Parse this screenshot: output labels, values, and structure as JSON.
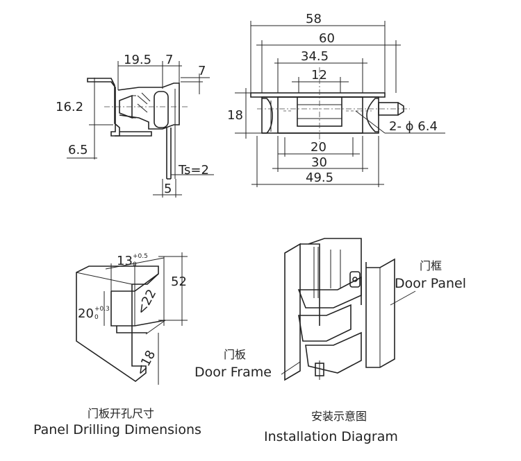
{
  "side_view": {
    "dims": [
      "19.5",
      "7",
      "7",
      "16.2",
      "6.5",
      "Ts=2",
      "5"
    ]
  },
  "front_view": {
    "dims": [
      "58",
      "60",
      "34.5",
      "12",
      "18",
      "20",
      "30",
      "49.5"
    ],
    "hole_note": "2- ϕ 6.4"
  },
  "drilling": {
    "dims": {
      "w13_base": "13",
      "w13_tol_up": "+0.5",
      "w13_tol_low": "0",
      "h52": "52",
      "h22": "<22",
      "h20_base": "20",
      "h20_tol_up": "+0.3",
      "h20_tol_low": "0",
      "h18": "<18"
    },
    "caption_zh": "门板开孔尺寸",
    "caption_en": "Panel Drilling Dimensions"
  },
  "installation": {
    "frame_label_zh": "门框",
    "frame_label_en": "Door Panel",
    "panel_label_zh": "门板",
    "panel_label_en": "Door Frame",
    "caption_zh": "安装示意图",
    "caption_en": "Installation Diagram"
  }
}
